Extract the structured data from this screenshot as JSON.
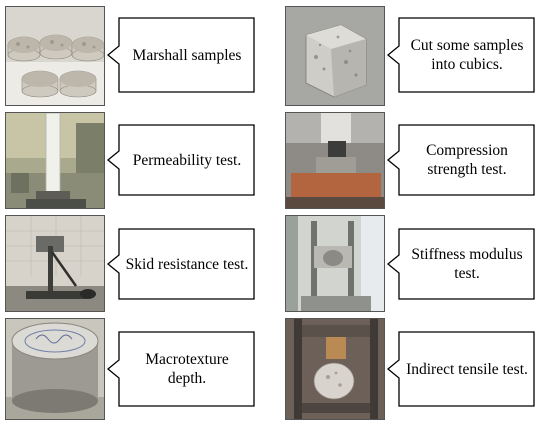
{
  "steps": [
    {
      "label": "Marshall samples",
      "photo": "marshall-samples-photo"
    },
    {
      "label": "Permeability test.",
      "photo": "permeability-test-photo"
    },
    {
      "label": "Skid resistance test.",
      "photo": "skid-resistance-test-photo"
    },
    {
      "label": "Macrotexture depth.",
      "photo": "macrotexture-depth-photo"
    },
    {
      "label": "Cut some samples into cubics.",
      "photo": "cubic-sample-photo"
    },
    {
      "label": "Compression strength test.",
      "photo": "compression-strength-test-photo"
    },
    {
      "label": "Stiffness modulus test.",
      "photo": "stiffness-modulus-test-photo"
    },
    {
      "label": "Indirect tensile test.",
      "photo": "indirect-tensile-test-photo"
    }
  ]
}
